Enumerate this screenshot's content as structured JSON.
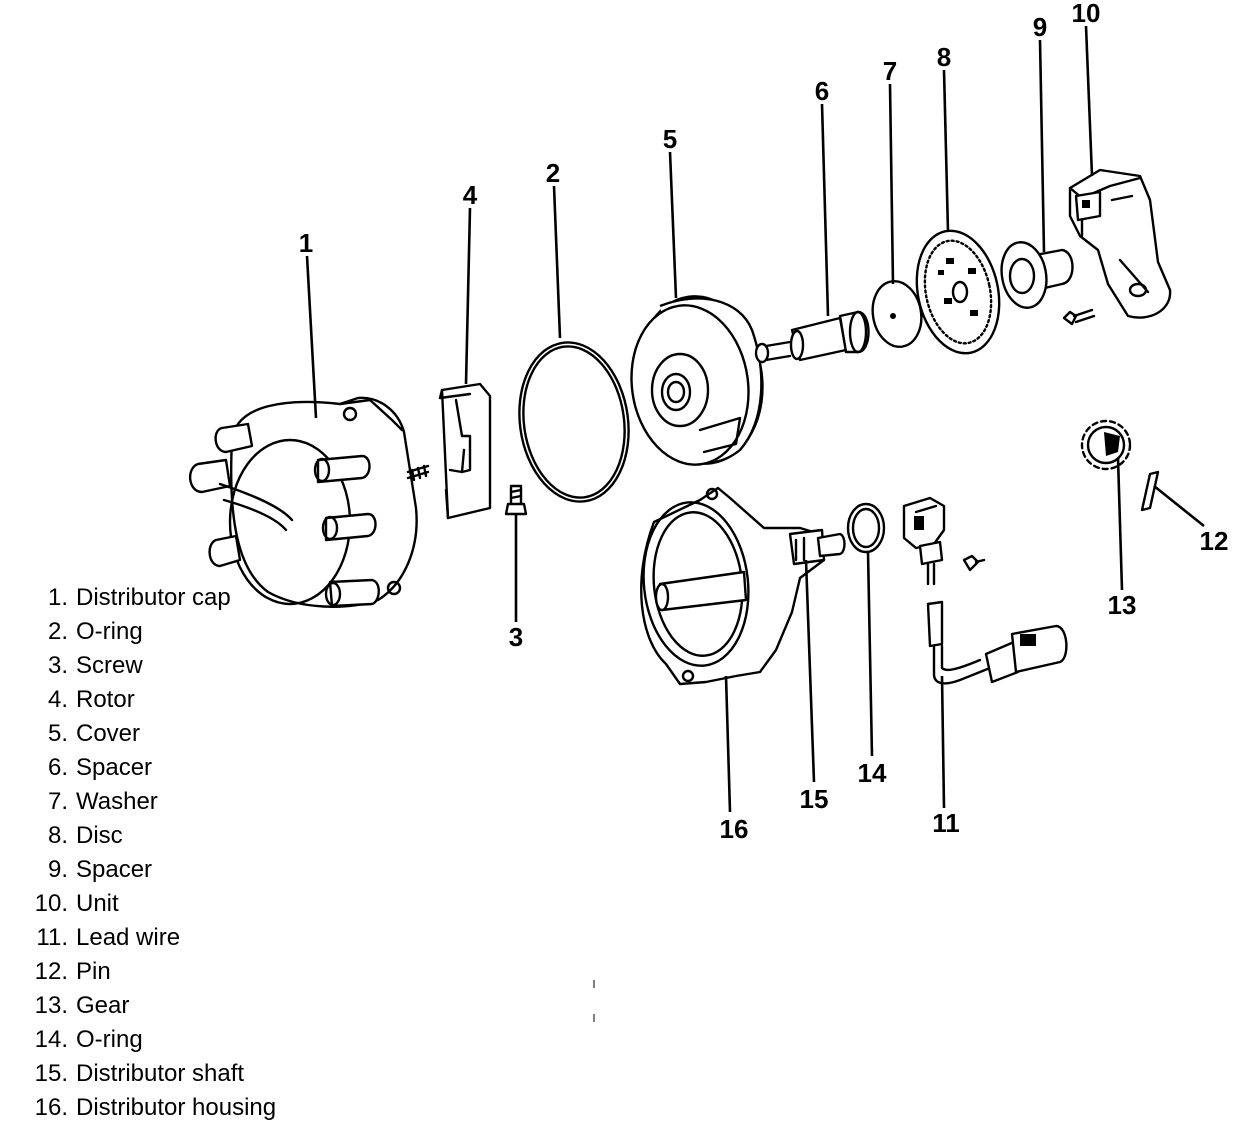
{
  "callouts": {
    "c1": "1",
    "c2": "2",
    "c3": "3",
    "c4": "4",
    "c5": "5",
    "c6": "6",
    "c7": "7",
    "c8": "8",
    "c9": "9",
    "c10": "10",
    "c11": "11",
    "c12": "12",
    "c13": "13",
    "c14": "14",
    "c15": "15",
    "c16": "16"
  },
  "legend": [
    {
      "num": "1.",
      "label": "Distributor cap"
    },
    {
      "num": "2.",
      "label": "O-ring"
    },
    {
      "num": "3.",
      "label": "Screw"
    },
    {
      "num": "4.",
      "label": "Rotor"
    },
    {
      "num": "5.",
      "label": "Cover"
    },
    {
      "num": "6.",
      "label": "Spacer"
    },
    {
      "num": "7.",
      "label": "Washer"
    },
    {
      "num": "8.",
      "label": "Disc"
    },
    {
      "num": "9.",
      "label": "Spacer"
    },
    {
      "num": "10.",
      "label": "Unit"
    },
    {
      "num": "11.",
      "label": "Lead wire"
    },
    {
      "num": "12.",
      "label": "Pin"
    },
    {
      "num": "13.",
      "label": "Gear"
    },
    {
      "num": "14.",
      "label": "O-ring"
    },
    {
      "num": "15.",
      "label": "Distributor shaft"
    },
    {
      "num": "16.",
      "label": "Distributor housing"
    }
  ]
}
